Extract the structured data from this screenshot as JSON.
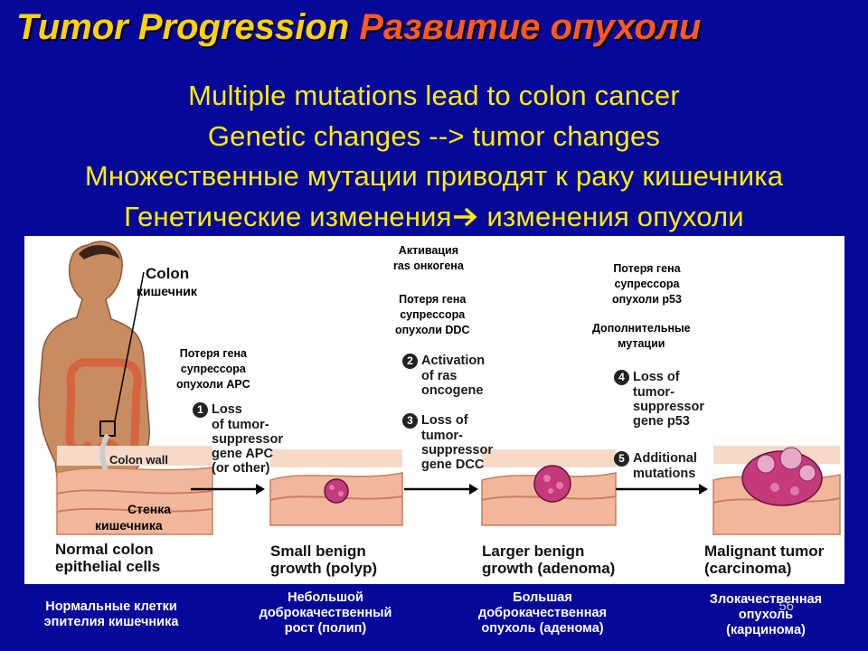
{
  "title": {
    "en": "Tumor Progression",
    "ru": "Развитие опухоли"
  },
  "subtitles": [
    "Multiple mutations lead to colon cancer",
    "Genetic changes --> tumor changes",
    "Множественные мутации приводят к раку кишечника",
    "Генетические изменения",
    "изменения опухоли"
  ],
  "figure": {
    "colon_en": "Colon",
    "colon_ru": "кишечник",
    "colon_wall_en": "Colon wall",
    "colon_wall_ru_1": "Стенка",
    "colon_wall_ru_2": "кишечника",
    "step1_ru": [
      "Потеря гена",
      "супрессора",
      "опухоли APC"
    ],
    "step1_en": [
      "Loss",
      "of tumor-",
      "suppressor",
      "gene APC",
      "(or other)"
    ],
    "step1_num": "1",
    "step23_ru_a": [
      "Активация",
      "ras онкогена"
    ],
    "step23_ru_b": [
      "Потеря гена",
      "супрессора",
      "опухоли DDC"
    ],
    "step2_num": "2",
    "step2_en": [
      "Activation",
      "of ras",
      "oncogene"
    ],
    "step3_num": "3",
    "step3_en": [
      "Loss of",
      "tumor-",
      "suppressor",
      "gene DCC"
    ],
    "step45_ru_a": [
      "Потеря гена",
      "супрессора",
      "опухоли p53"
    ],
    "step45_ru_b": [
      "Дополнительные",
      "мутации"
    ],
    "step4_num": "4",
    "step4_en": [
      "Loss of",
      "tumor-",
      "suppressor",
      "gene p53"
    ],
    "step5_num": "5",
    "step5_en": [
      "Additional",
      "mutations"
    ],
    "stage1_en": [
      "Normal colon",
      "epithelial cells"
    ],
    "stage2_en": [
      "Small benign",
      "growth (polyp)"
    ],
    "stage3_en": [
      "Larger benign",
      "growth (adenoma)"
    ],
    "stage4_en": [
      "Malignant tumor",
      "(carcinoma)"
    ]
  },
  "bottom_labels": {
    "stage1": [
      "Нормальные клетки",
      "эпителия кишечника"
    ],
    "stage2": [
      "Небольшой",
      "доброкачественный",
      "рост (полип)"
    ],
    "stage3": [
      "Большая",
      "доброкачественная",
      "опухоль (аденома)"
    ],
    "stage4": [
      "Злокачественная",
      "опухоль",
      "(карцинома)"
    ]
  },
  "page_number": "56",
  "colors": {
    "background": "#06089a",
    "title_en": "#ffd400",
    "title_ru": "#ff5a1a",
    "subtitle": "#ffee00",
    "tissue": "#f2b79a",
    "tumor": "#c43a7a"
  }
}
